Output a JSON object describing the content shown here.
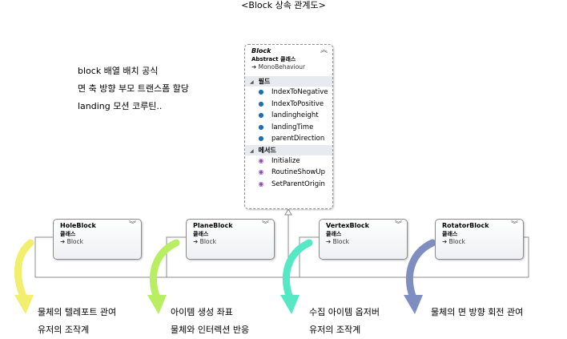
{
  "title": "<Block 상속 관계도>",
  "notes": [
    "block 배열 배치 공식",
    "면 축 방향 부모 트랜스폼 할당",
    "landing 모션 코루틴.."
  ],
  "base_class": {
    "name": "Block",
    "kind": "Abstract 클래스",
    "base": "MonoBehaviour",
    "fields_label": "필드",
    "fields": [
      "IndexToNegative",
      "IndexToPositive",
      "landingheight",
      "landingTime",
      "parentDirection"
    ],
    "methods_label": "메서드",
    "methods": [
      "Initialize",
      "RoutineShowUp",
      "SetParentOrigin"
    ]
  },
  "derived": [
    {
      "name": "HoleBlock",
      "kind": "클래스",
      "base": "Block",
      "caption": [
        "물체의 텔레포트 관여",
        "유저의 조작계"
      ],
      "arrow_color": "#f2ef6e"
    },
    {
      "name": "PlaneBlock",
      "kind": "클래스",
      "base": "Block",
      "caption": [
        "아이템 생성 좌표",
        "물체와 인터렉션 반응"
      ],
      "arrow_color": "#b8ee62"
    },
    {
      "name": "VertexBlock",
      "kind": "클래스",
      "base": "Block",
      "caption": [
        "수집 아이템 옵저버",
        "유저의 조작계"
      ],
      "arrow_color": "#55e8c4"
    },
    {
      "name": "RotatorBlock",
      "kind": "클래스",
      "base": "Block",
      "caption": [
        "물체의 면 방향 회전 관여"
      ],
      "arrow_color": "#7f8ec0"
    }
  ],
  "icons": {
    "collapse": "double-chevron-up-icon",
    "expand": "double-chevron-down-icon",
    "inherit": "inheritance-arrow-icon",
    "field": "field-icon",
    "method": "method-icon"
  }
}
